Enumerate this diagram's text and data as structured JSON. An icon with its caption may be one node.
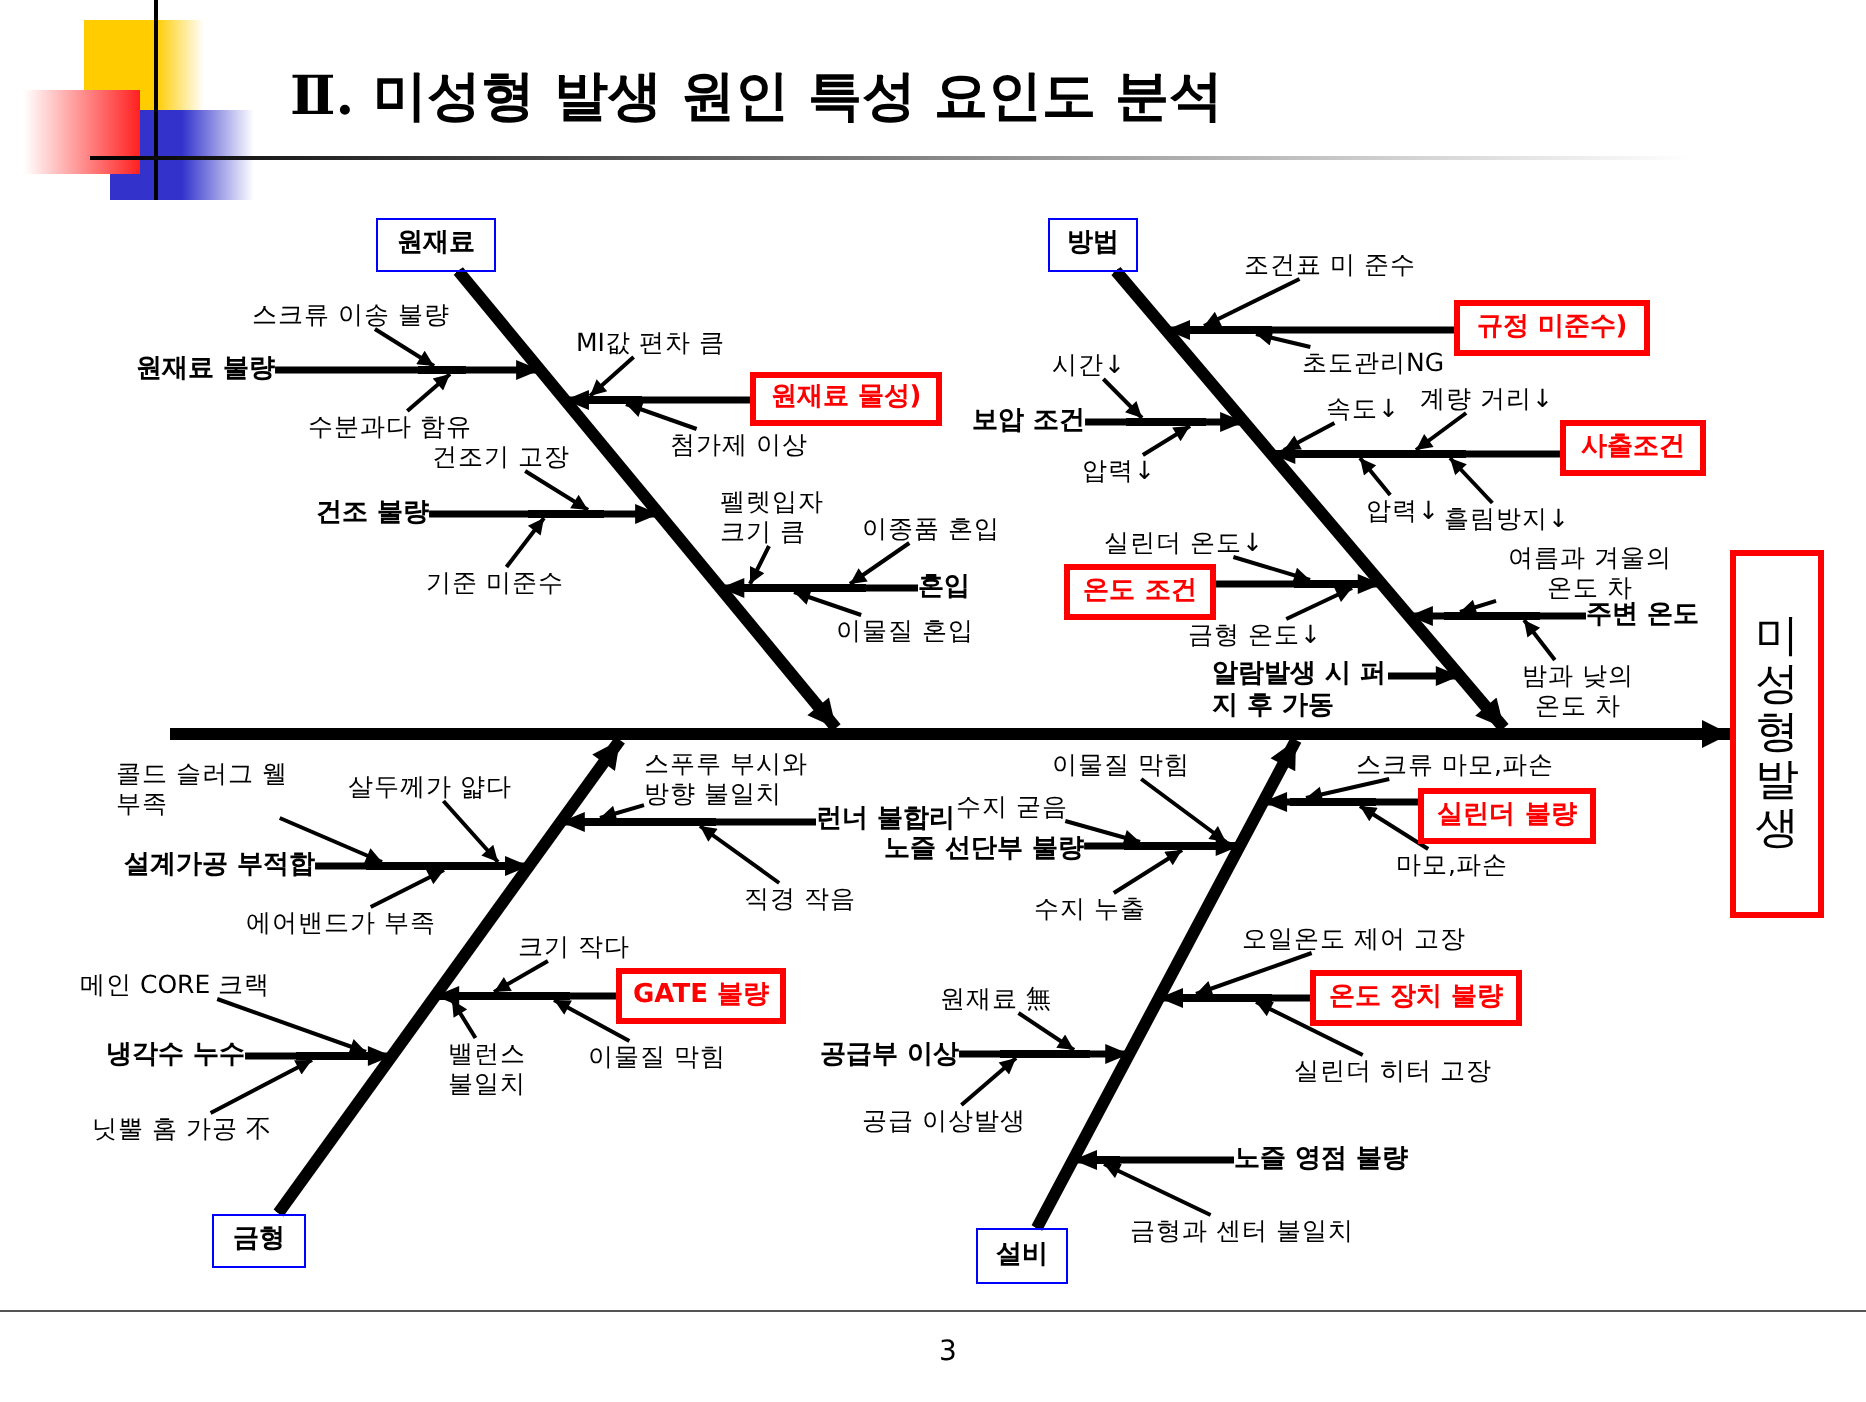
{
  "diagram": {
    "title": "Ⅱ. 미성형 발생 원인 특성 요인도 분석",
    "nodes": [
      {
        "text": [
          "원재료"
        ]
      },
      {
        "text": [
          "원재료 불량"
        ]
      },
      {
        "text": [
          "스크류 이송 불량"
        ]
      },
      {
        "text": [
          "수분과다 함유"
        ]
      },
      {
        "text": [
          "원재료 물성)"
        ]
      },
      {
        "text": [
          "MI값 편차 큼"
        ]
      },
      {
        "text": [
          "첨가제 이상"
        ]
      },
      {
        "text": [
          "건조 불량"
        ]
      },
      {
        "text": [
          "건조기 고장"
        ]
      },
      {
        "text": [
          "기준 미준수"
        ]
      },
      {
        "text": [
          "혼입"
        ]
      },
      {
        "text": [
          "펠렛입자 크기 큼"
        ]
      },
      {
        "text": [
          "이종품 혼입"
        ]
      },
      {
        "text": [
          "이물질 혼입"
        ]
      },
      {
        "text": [
          "방법"
        ]
      },
      {
        "text": [
          "규정 미준수)"
        ]
      },
      {
        "text": [
          "조건표 미 준수"
        ]
      },
      {
        "text": [
          "초도관리NG"
        ]
      },
      {
        "text": [
          "보압 조건"
        ]
      },
      {
        "text": [
          "시간↓"
        ]
      },
      {
        "text": [
          "압력↓"
        ]
      },
      {
        "text": [
          "사출조건"
        ]
      },
      {
        "text": [
          "속도↓"
        ]
      },
      {
        "text": [
          "계량 거리↓"
        ]
      },
      {
        "text": [
          "압력↓"
        ]
      },
      {
        "text": [
          "흘림방지↓"
        ]
      },
      {
        "text": [
          "온도 조건"
        ]
      },
      {
        "text": [
          "실린더 온도↓"
        ]
      },
      {
        "text": [
          "금형 온도↓"
        ]
      },
      {
        "text": [
          "주변 온도"
        ]
      },
      {
        "text": [
          "여름과 겨울의 온도 차"
        ]
      },
      {
        "text": [
          "밤과 낮의 온도 차"
        ]
      },
      {
        "text": [
          "알람발생 시 퍼지 후 가동"
        ]
      },
      {
        "text": [
          "금형"
        ]
      },
      {
        "text": [
          "런너 불합리"
        ]
      },
      {
        "text": [
          "스푸루 부시와 방향 불일치"
        ]
      },
      {
        "text": [
          "직경 작음"
        ]
      },
      {
        "text": [
          "설계가공 부적합"
        ]
      },
      {
        "text": [
          "콜드 슬러그 웰 부족"
        ]
      },
      {
        "text": [
          "살두께가 얇다"
        ]
      },
      {
        "text": [
          "에어밴드가 부족"
        ]
      },
      {
        "text": [
          "GATE 불량"
        ]
      },
      {
        "text": [
          "크기 작다"
        ]
      },
      {
        "text": [
          "밸런스 불일치"
        ]
      },
      {
        "text": [
          "이물질 막힘"
        ]
      },
      {
        "text": [
          "냉각수 누수"
        ]
      },
      {
        "text": [
          "메인 CORE 크랙"
        ]
      },
      {
        "text": [
          "닛뿔 홈 가공 不"
        ]
      },
      {
        "text": [
          "설비"
        ]
      },
      {
        "text": [
          "실린더 불량"
        ]
      },
      {
        "text": [
          "스크류 마모,파손"
        ]
      },
      {
        "text": [
          "마모,파손"
        ]
      },
      {
        "text": [
          "노즐 선단부 불량"
        ]
      },
      {
        "text": [
          "이물질 막힘"
        ]
      },
      {
        "text": [
          "수지 굳음"
        ]
      },
      {
        "text": [
          "수지 누출"
        ]
      },
      {
        "text": [
          "온도 장치 불량"
        ]
      },
      {
        "text": [
          "오일온도 제어 고장"
        ]
      },
      {
        "text": [
          "실린더 히터 고장"
        ]
      },
      {
        "text": [
          "공급부 이상"
        ]
      },
      {
        "text": [
          "원재료 無"
        ]
      },
      {
        "text": [
          "공급 이상발생"
        ]
      },
      {
        "text": [
          "노즐 영점 불량"
        ]
      },
      {
        "text": [
          "금형과 센터 불일치"
        ]
      },
      {
        "text": [
          "미성형 발생"
        ]
      },
      {
        "text": [],
        "shape": "bar"
      },
      {
        "text": [],
        "shape": "bar"
      },
      {
        "text": [],
        "shape": "bar"
      },
      {
        "text": [],
        "shape": "bar"
      },
      {
        "text": [],
        "shape": "bar"
      },
      {
        "text": [],
        "shape": "bar"
      },
      {
        "text": [],
        "shape": "bar"
      },
      {
        "text": [],
        "shape": "bar"
      },
      {
        "text": [],
        "shape": "bar"
      },
      {
        "text": [],
        "shape": "bar"
      },
      {
        "text": [],
        "shape": "bar"
      },
      {
        "text": [],
        "shape": "bar"
      },
      {
        "text": [],
        "shape": "bar"
      },
      {
        "text": [],
        "shape": "bar"
      },
      {
        "text": [],
        "shape": "bar"
      },
      {
        "text": [],
        "shape": "bar"
      },
      {
        "text": [],
        "shape": "bar"
      },
      {
        "text": [],
        "shape": "bar"
      },
      {
        "text": [],
        "shape": "bar"
      }
    ],
    "edges": [
      {
        "from": 65,
        "to": 64,
        "arrow": "to",
        "style": "thick"
      },
      {
        "from": 0,
        "to": 65,
        "arrow": "to",
        "style": "thick"
      },
      {
        "from": 14,
        "to": 65,
        "arrow": "to",
        "style": "thick"
      },
      {
        "from": 33,
        "to": 65,
        "arrow": "to",
        "style": "thick"
      },
      {
        "from": 48,
        "to": 65,
        "arrow": "to",
        "style": "thick"
      },
      {
        "from": 1,
        "to": 0,
        "arrow": "to"
      },
      {
        "from": 2,
        "to": 66,
        "arrow": "to"
      },
      {
        "from": 3,
        "to": 66,
        "arrow": "to"
      },
      {
        "from": 4,
        "to": 0,
        "arrow": "to"
      },
      {
        "from": 5,
        "to": 67,
        "arrow": "to"
      },
      {
        "from": 6,
        "to": 67,
        "arrow": "to"
      },
      {
        "from": 7,
        "to": 0,
        "arrow": "to"
      },
      {
        "from": 8,
        "to": 68,
        "arrow": "to"
      },
      {
        "from": 9,
        "to": 68,
        "arrow": "to"
      },
      {
        "from": 10,
        "to": 0,
        "arrow": "to"
      },
      {
        "from": 11,
        "to": 69,
        "arrow": "to"
      },
      {
        "from": 12,
        "to": 69,
        "arrow": "to"
      },
      {
        "from": 13,
        "to": 69,
        "arrow": "to"
      },
      {
        "from": 15,
        "to": 14,
        "arrow": "to"
      },
      {
        "from": 16,
        "to": 70,
        "arrow": "to"
      },
      {
        "from": 17,
        "to": 70,
        "arrow": "to"
      },
      {
        "from": 18,
        "to": 14,
        "arrow": "to"
      },
      {
        "from": 19,
        "to": 71,
        "arrow": "to"
      },
      {
        "from": 20,
        "to": 71,
        "arrow": "to"
      },
      {
        "from": 21,
        "to": 14,
        "arrow": "to"
      },
      {
        "from": 22,
        "to": 72,
        "arrow": "to"
      },
      {
        "from": 23,
        "to": 72,
        "arrow": "to"
      },
      {
        "from": 24,
        "to": 72,
        "arrow": "to"
      },
      {
        "from": 25,
        "to": 72,
        "arrow": "to"
      },
      {
        "from": 26,
        "to": 14,
        "arrow": "to"
      },
      {
        "from": 27,
        "to": 73,
        "arrow": "to"
      },
      {
        "from": 28,
        "to": 73,
        "arrow": "to"
      },
      {
        "from": 29,
        "to": 14,
        "arrow": "to"
      },
      {
        "from": 30,
        "to": 74,
        "arrow": "to"
      },
      {
        "from": 31,
        "to": 74,
        "arrow": "to"
      },
      {
        "from": 32,
        "to": 14,
        "arrow": "to"
      },
      {
        "from": 34,
        "to": 33,
        "arrow": "to"
      },
      {
        "from": 35,
        "to": 75,
        "arrow": "to"
      },
      {
        "from": 36,
        "to": 75,
        "arrow": "to"
      },
      {
        "from": 37,
        "to": 33,
        "arrow": "to"
      },
      {
        "from": 38,
        "to": 76,
        "arrow": "to"
      },
      {
        "from": 39,
        "to": 76,
        "arrow": "to"
      },
      {
        "from": 40,
        "to": 76,
        "arrow": "to"
      },
      {
        "from": 41,
        "to": 33,
        "arrow": "to"
      },
      {
        "from": 42,
        "to": 77,
        "arrow": "to"
      },
      {
        "from": 43,
        "to": 77,
        "arrow": "to"
      },
      {
        "from": 44,
        "to": 77,
        "arrow": "to"
      },
      {
        "from": 45,
        "to": 33,
        "arrow": "to"
      },
      {
        "from": 46,
        "to": 78,
        "arrow": "to"
      },
      {
        "from": 47,
        "to": 78,
        "arrow": "to"
      },
      {
        "from": 49,
        "to": 48,
        "arrow": "to"
      },
      {
        "from": 50,
        "to": 79,
        "arrow": "to"
      },
      {
        "from": 51,
        "to": 79,
        "arrow": "to"
      },
      {
        "from": 52,
        "to": 48,
        "arrow": "to"
      },
      {
        "from": 53,
        "to": 80,
        "arrow": "to"
      },
      {
        "from": 54,
        "to": 80,
        "arrow": "to"
      },
      {
        "from": 55,
        "to": 80,
        "arrow": "to"
      },
      {
        "from": 56,
        "to": 48,
        "arrow": "to"
      },
      {
        "from": 57,
        "to": 81,
        "arrow": "to"
      },
      {
        "from": 58,
        "to": 81,
        "arrow": "to"
      },
      {
        "from": 59,
        "to": 48,
        "arrow": "to"
      },
      {
        "from": 60,
        "to": 82,
        "arrow": "to"
      },
      {
        "from": 61,
        "to": 82,
        "arrow": "to"
      },
      {
        "from": 62,
        "to": 48,
        "arrow": "to"
      },
      {
        "from": 63,
        "to": 83,
        "arrow": "to"
      }
    ],
    "labels": [
      "3"
    ]
  }
}
